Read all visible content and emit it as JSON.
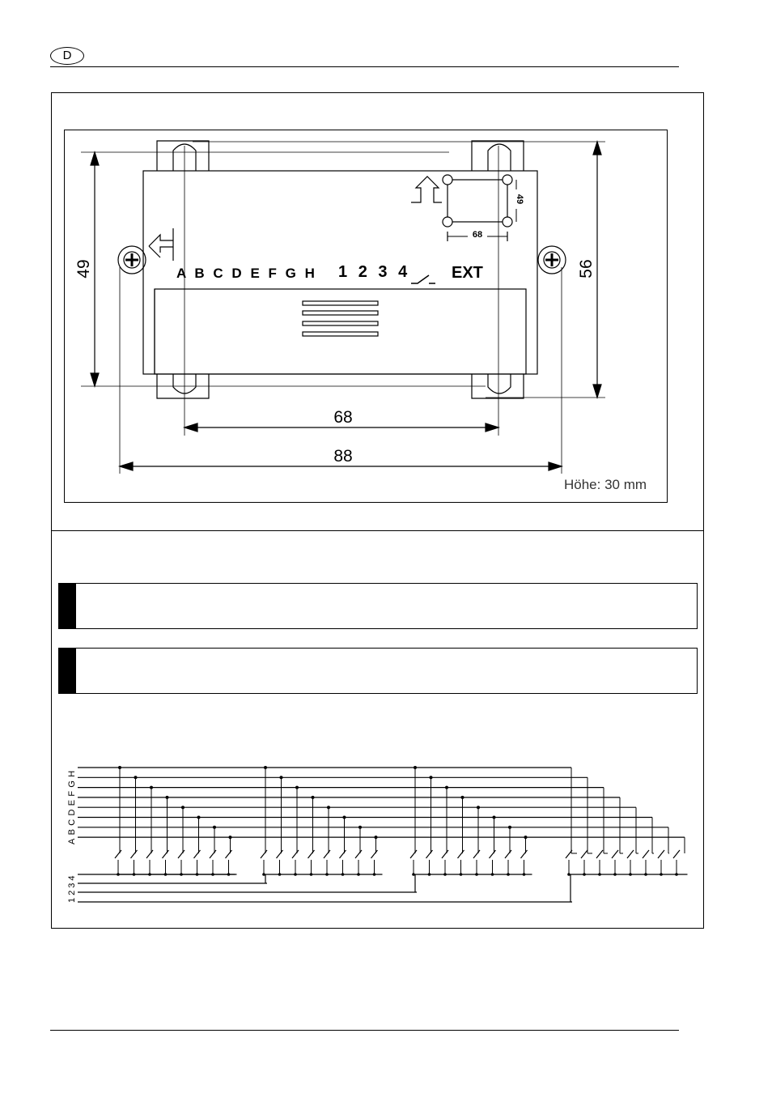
{
  "header": {
    "language_code": "D"
  },
  "drawing": {
    "terminal_labels": [
      "A",
      "B",
      "C",
      "D",
      "E",
      "F",
      "G",
      "H",
      "1",
      "2",
      "3",
      "4",
      "EXT"
    ],
    "dimensions": {
      "height_left": "49",
      "height_right": "56",
      "width_inner": "68",
      "width_outer": "88",
      "drill_template_width": "68",
      "drill_template_height": "49"
    },
    "height_note": "Höhe: 30 mm"
  },
  "notes": [
    {
      "text": ""
    },
    {
      "text": ""
    }
  ],
  "wiring": {
    "row_labels": "ABCDEFGH",
    "column_labels": "1234",
    "groups": 4,
    "switches_per_group": 8
  }
}
